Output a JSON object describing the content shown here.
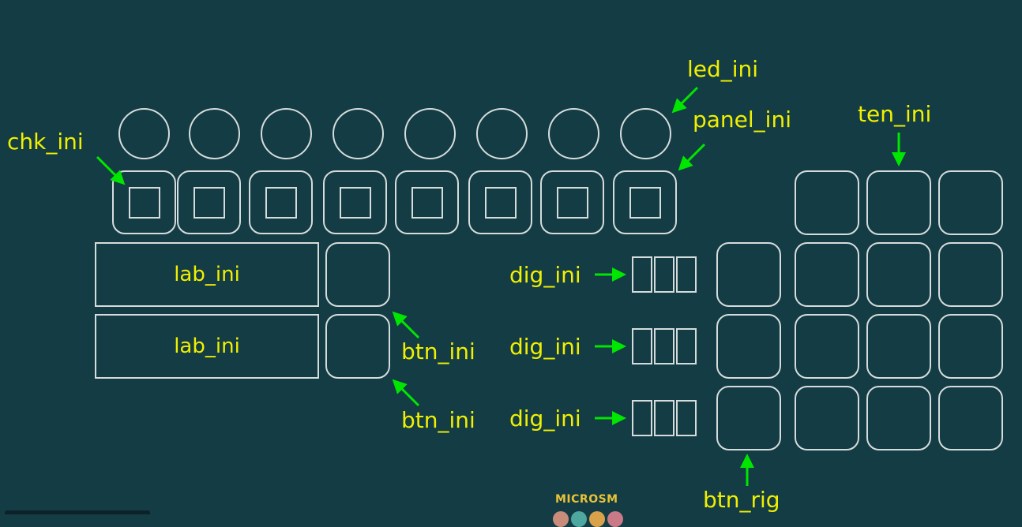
{
  "annotations": {
    "chk_ini": "chk_ini",
    "led_ini": "led_ini",
    "panel_ini": "panel_ini",
    "ten_ini": "ten_ini",
    "btn_ini_1": "btn_ini",
    "btn_ini_2": "btn_ini",
    "dig_ini_1": "dig_ini",
    "dig_ini_2": "dig_ini",
    "dig_ini_3": "dig_ini",
    "btn_rig": "btn_rig"
  },
  "labels": [
    "lab_ini",
    "lab_ini"
  ],
  "led_count": 8,
  "panel_count": 8,
  "digit_rows": 3,
  "digits_per_row": 3,
  "button_grid": {
    "rows": 3,
    "cols": 4
  },
  "ten_row_count": 3,
  "logo": {
    "text": "MICROSM",
    "dots": [
      "#c98b7a",
      "#4fa8a0",
      "#d9a24a",
      "#c97a86"
    ]
  },
  "colors": {
    "background": "#133c44",
    "outline": "#d6dcdc",
    "annotation_text": "#f0f000",
    "arrow": "#00e600",
    "logo_text": "#e8c337"
  }
}
